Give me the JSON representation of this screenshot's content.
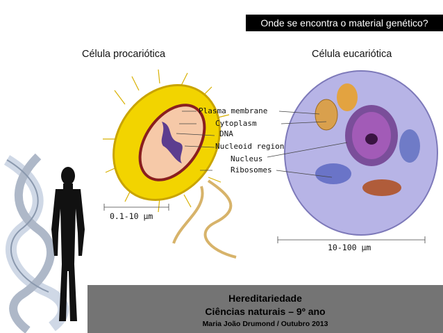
{
  "question": "Onde se encontra o material genético?",
  "headings": {
    "prokaryote": "Célula procariótica",
    "eukaryote": "Célula eucariótica"
  },
  "labels": [
    "Plasma membrane",
    "Cytoplasm",
    "DNA",
    "Nucleoid region",
    "Nucleus",
    "Ribosomes"
  ],
  "scales": {
    "prokaryote": "0.1-10 µm",
    "eukaryote": "10-100 µm"
  },
  "footer": {
    "title": "Hereditariedade",
    "subtitle": "Ciências naturais – 9º ano",
    "author": "Maria João Drumond / Outubro 2013"
  },
  "colors": {
    "bacteria": "#f2d400",
    "cell": "#b7b4e6",
    "nucleus": "#8f3ea8",
    "footer": "#747474"
  }
}
